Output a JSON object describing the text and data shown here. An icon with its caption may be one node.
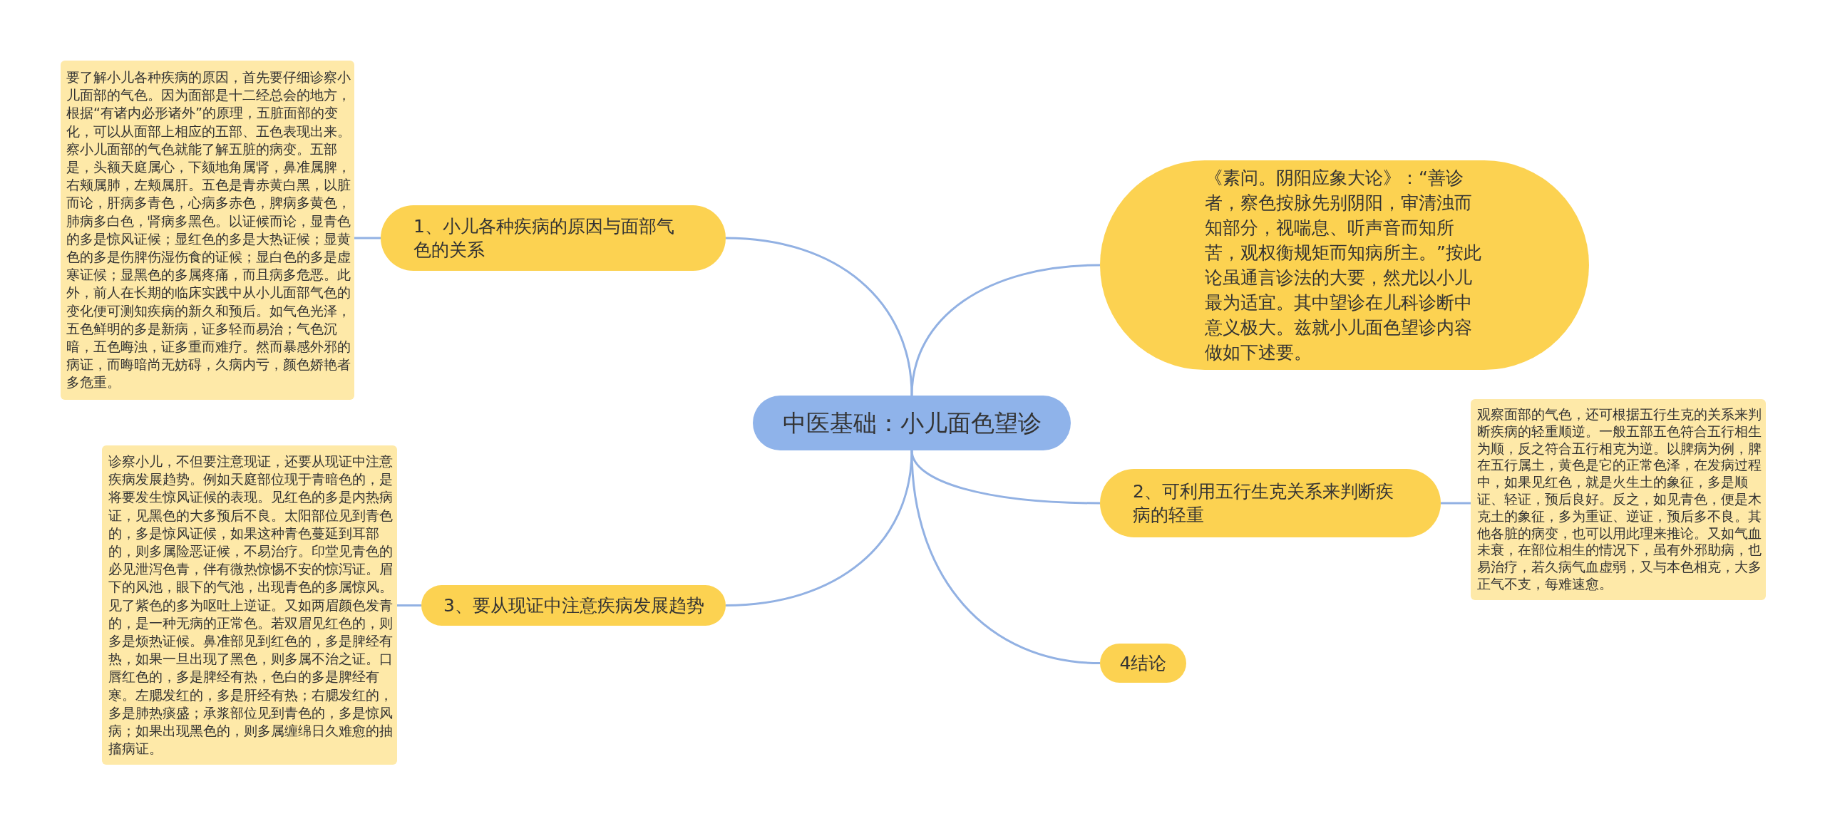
{
  "diagram": {
    "nodes": [
      {
        "text": [
          "中医基础：小儿面色望诊"
        ]
      },
      {
        "text": [
          "1、小儿各种疾病的原因与面部气色的关系"
        ]
      },
      {
        "text": [
          "要了解小儿各种疾病的原因，首先要仔细诊察小儿面部的气色。因为面部是十二经总会的地方，根据“有诸内必形诸外”的原理，五脏面部的变化，可以从面部上相应的五部、五色表现出来。察小儿面部的气色就能了解五脏的病变。五部是，头额天庭属心，下颏地角属肾，鼻准属脾，右颊属肺，左颊属肝。五色是青赤黄白黑，以脏而论，肝病多青色，心病多赤色，脾病多黄色，肺病多白色，肾病多黑色。以证候而论，显青色的多是惊风证候；显红色的多是大热证候；显黄色的多是伤脾伤湿伤食的证候；显白色的多是虚寒证候；显黑色的多属疼痛，而且病多危恶。此外，前人在长期的临床实践中从小儿面部气色的变化便可测知疾病的新久和预后。如气色光泽，五色鲜明的多是新病，证多轻而易治；气色沉暗，五色晦浊，证多重而难疗。然而暴感外邪的病证，而晦暗尚无妨碍，久病内亏，颜色娇艳者多危重。"
        ]
      },
      {
        "text": [
          "《素问。阴阳应象大论》：“善诊者，察色按脉先别阴阳，审清浊而知部分，视喘息、听声音而知所苦，观权衡规矩而知病所主。”按此论虽通言诊法的大要，然尤以小儿最为适宜。其中望诊在儿科诊断中意义极大。兹就小儿面色望诊内容做如下述要。"
        ]
      },
      {
        "text": [
          "2、可利用五行生克关系来判断疾病的轻重"
        ]
      },
      {
        "text": [
          "观察面部的气色，还可根据五行生克的关系来判断疾病的轻重顺逆。一般五部五色符合五行相生为顺，反之符合五行相克为逆。以脾病为例，脾在五行属土，黄色是它的正常色泽，在发病过程中，如果见红色，就是火生土的象征，多是顺证、轻证，预后良好。反之，如见青色，便是木克土的象征，多为重证、逆证，预后多不良。其他各脏的病变，也可以用此理来推论。又如气血未衰，在部位相生的情况下，虽有外邪助病，也易治疗，若久病气血虚弱，又与本色相克，大多正气不支，每难速愈。"
        ]
      },
      {
        "text": [
          "3、要从现证中注意疾病发展趋势"
        ]
      },
      {
        "text": [
          "诊察小儿，不但要注意现证，还要从现证中注意疾病发展趋势。例如天庭部位现于青暗色的，是将要发生惊风证候的表现。见红色的多是内热病证，见黑色的大多预后不良。太阳部位见到青色的，多是惊风证候，如果这种青色蔓延到耳部的，则多属险恶证候，不易治疗。印堂见青色的必见泄泻色青，伴有微热惊惕不安的惊泻证。眉下的风池，眼下的气池，出现青色的多属惊风。见了紫色的多为呕吐上逆证。又如两眉颜色发青的，是一种无病的正常色。若双眉见红色的，则多是烦热证候。鼻准部见到红色的，多是脾经有热，如果一旦出现了黑色，则多属不治之证。口唇红色的，多是脾经有热，色白的多是脾经有寒。左腮发红的，多是肝经有热；右腮发红的，多是肺热痰盛；承浆部位见到青色的，多是惊风病；如果出现黑色的，则多属缠绵日久难愈的抽搐病证。"
        ]
      },
      {
        "text": [
          "4结论"
        ]
      }
    ],
    "edges": [
      {
        "from": 0,
        "to": 1,
        "arrow": "none"
      },
      {
        "from": 1,
        "to": 2,
        "arrow": "none"
      },
      {
        "from": 0,
        "to": 3,
        "arrow": "none"
      },
      {
        "from": 0,
        "to": 4,
        "arrow": "none"
      },
      {
        "from": 4,
        "to": 5,
        "arrow": "none"
      },
      {
        "from": 0,
        "to": 6,
        "arrow": "none"
      },
      {
        "from": 6,
        "to": 7,
        "arrow": "none"
      },
      {
        "from": 0,
        "to": 8,
        "arrow": "none"
      }
    ]
  }
}
